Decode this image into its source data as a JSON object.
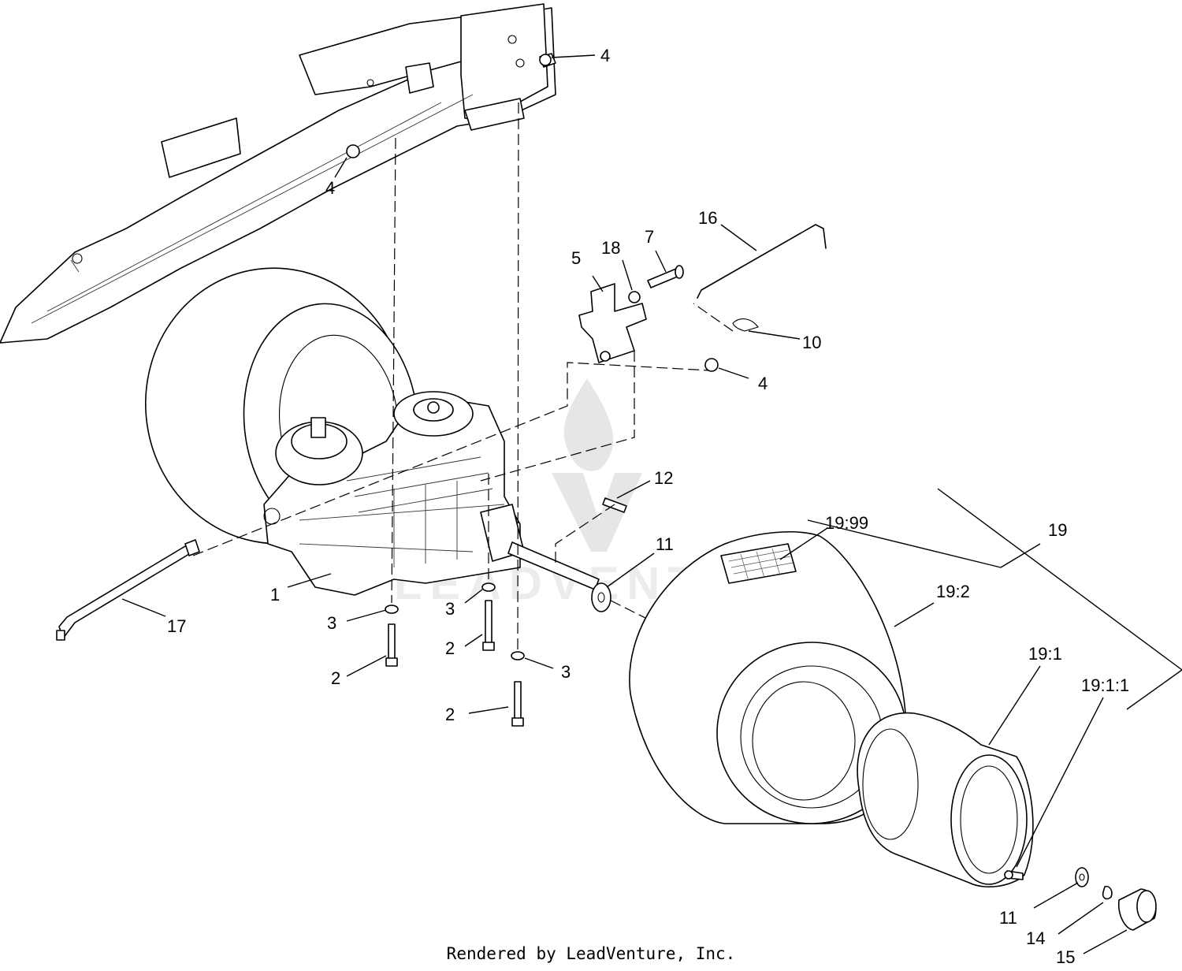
{
  "diagram": {
    "callouts": {
      "c1": "1",
      "c2a": "2",
      "c2b": "2",
      "c2c": "2",
      "c3a": "3",
      "c3b": "3",
      "c3c": "3",
      "c4a": "4",
      "c4b": "4",
      "c4c": "4",
      "c5": "5",
      "c7": "7",
      "c10": "10",
      "c11a": "11",
      "c11b": "11",
      "c12": "12",
      "c14": "14",
      "c15": "15",
      "c16": "16",
      "c17": "17",
      "c18": "18",
      "c19": "19",
      "c19_99": "19:99",
      "c19_2": "19:2",
      "c19_1": "19:1",
      "c19_1_1": "19:1:1"
    },
    "watermark": "LEADVENTURE"
  },
  "footer": {
    "rendered_by": "Rendered by LeadVenture, Inc."
  }
}
